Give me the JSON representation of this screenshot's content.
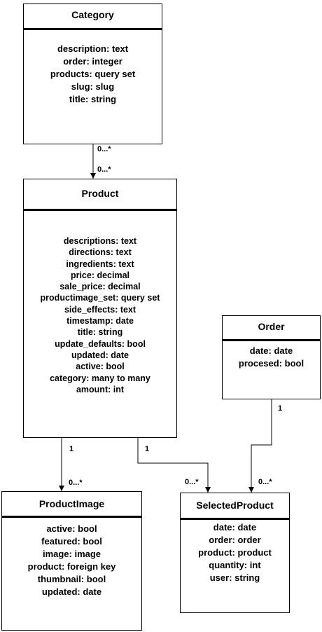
{
  "entities": {
    "category": {
      "title": "Category",
      "attributes": [
        "description: text",
        "order: integer",
        "products: query set",
        "slug: slug",
        "title: string"
      ]
    },
    "product": {
      "title": "Product",
      "attributes": [
        "descriptions: text",
        "directions: text",
        "ingredients: text",
        "price: decimal",
        "sale_price: decimal",
        "productimage_set: query set",
        "side_effects: text",
        "timestamp: date",
        "title: string",
        "update_defaults: bool",
        "updated: date",
        "active: bool",
        "category: many to many",
        "amount: int"
      ]
    },
    "order": {
      "title": "Order",
      "attributes": [
        "date: date",
        "procesed: bool"
      ]
    },
    "productimage": {
      "title": "ProductImage",
      "attributes": [
        "active: bool",
        "featured: bool",
        "image: image",
        "product: foreign key",
        "thumbnail: bool",
        "updated: date"
      ]
    },
    "selectedproduct": {
      "title": "SelectedProduct",
      "attributes": [
        "date: date",
        "order: order",
        "product: product",
        "quantity: int",
        "user: string"
      ]
    }
  },
  "relations": {
    "category_product": {
      "source_mult": "0...*",
      "target_mult": "0...*"
    },
    "product_productimage": {
      "source_mult": "1",
      "target_mult": "0...*"
    },
    "product_selectedproduct": {
      "source_mult": "1",
      "target_mult": "0...*"
    },
    "order_selectedproduct": {
      "source_mult": "1",
      "target_mult": "0...*"
    }
  }
}
